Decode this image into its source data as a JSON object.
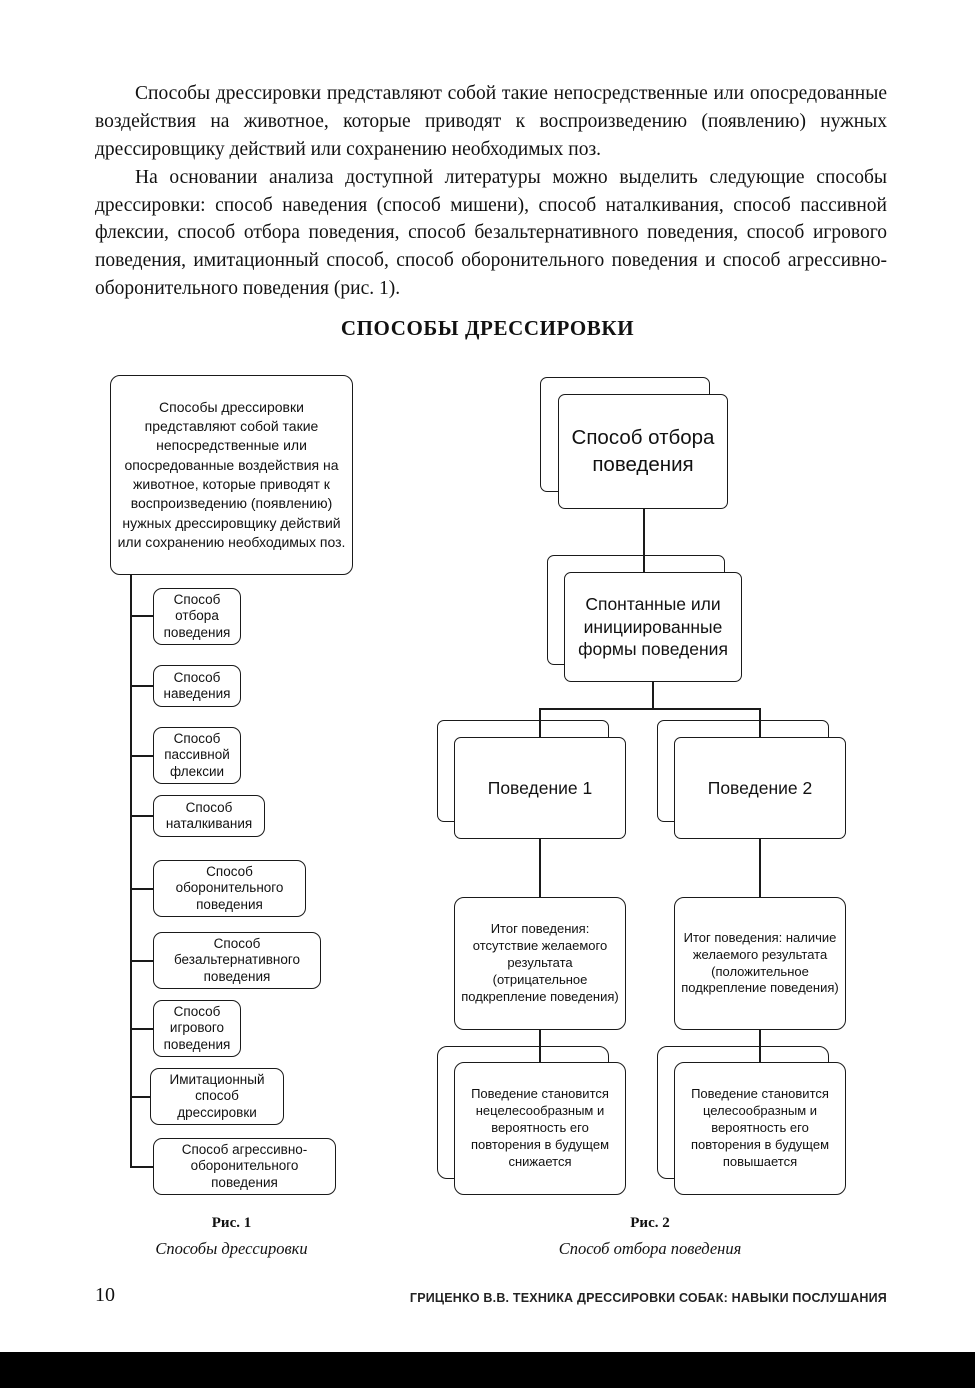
{
  "page": {
    "paragraph1": "Способы дрессировки представляют собой такие непосредственные или опосредованные воздействия на животное, которые приводят к воспроизведению (появлению) нужных дрессировщику действий или сохранению необходимых поз.",
    "paragraph2": "На основании анализа доступной литературы можно выделить следующие способы дрессировки: способ наведения (способ мишени), способ наталкивания, способ пассивной флексии, способ отбора поведения, способ безальтернативного поведения, способ игрового поведения, имитационный способ, способ оборонительного поведения и способ агрессивно-оборонительного поведения (рис. 1).",
    "heading": "СПОСОБЫ ДРЕССИРОВКИ",
    "page_number": "10",
    "footer_title": "ГРИЦЕНКО В.В. ТЕХНИКА ДРЕССИРОВКИ СОБАК: НАВЫКИ ПОСЛУШАНИЯ"
  },
  "figure1": {
    "root": "Способы дрессировки представляют собой такие непосредственные или опосредованные воздействия на животное, которые приводят к воспроизведению (появлению) нужных дрессировщику действий или сохранению необходимых поз.",
    "items": [
      "Способ отбора поведения",
      "Способ наведения",
      "Способ пассивной флексии",
      "Способ наталкивания",
      "Способ оборонительного поведения",
      "Способ безальтернативного поведения",
      "Способ игрового поведения",
      "Имитационный способ дрессировки",
      "Способ агрессивно-оборонительного поведения"
    ],
    "caption_label": "Рис. 1",
    "caption_text": "Способы дрессировки"
  },
  "figure2": {
    "root": "Способ отбора поведения",
    "forms": "Спонтанные или инициированные формы поведения",
    "behavior1": "Поведение 1",
    "behavior2": "Поведение 2",
    "outcome1": "Итог поведения: отсутствие желаемого результата (отрицательное подкрепление поведения)",
    "outcome2": "Итог поведения: наличие желаемого результата (положительное подкрепление поведения)",
    "result1": "Поведение становится нецелесообразным и вероятность его повторения в будущем снижается",
    "result2": "Поведение становится целесообразным и вероятность его повторения в будущем повышается",
    "caption_label": "Рис. 2",
    "caption_text": "Способ отбора поведения"
  }
}
